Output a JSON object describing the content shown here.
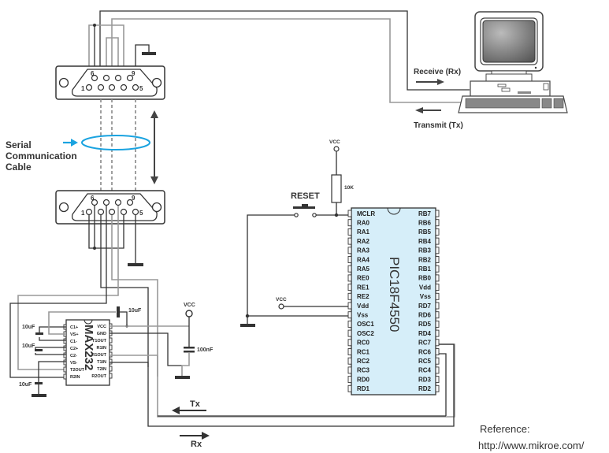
{
  "title": "PIC18F4550 to PC serial communication via MAX232",
  "labels": {
    "cable": [
      "Serial",
      "Communication",
      "Cable"
    ],
    "receive": "Receive (Rx)",
    "transmit": "Transmit (Tx)",
    "reset": "RESET",
    "vcc": "VCC",
    "resistor": "10K",
    "cap_100nf": "100nF",
    "cap_10uf": "10uF",
    "tx": "Tx",
    "rx": "Rx",
    "reference": "Reference:",
    "reference_url": "http://www.mikroe.com/"
  },
  "db9": {
    "pin_first_row_start": "1",
    "pin_first_row_end": "5",
    "pin_second_row_start": "6",
    "pin_second_row_end": "9"
  },
  "max232": {
    "name": "MAX232",
    "left_pins": [
      "C1+",
      "VS+",
      "C1-",
      "C2+",
      "C2-",
      "VS-",
      "T2OUT",
      "R2IN"
    ],
    "right_pins": [
      "VCC",
      "GND",
      "T1OUT",
      "R1IN",
      "R1OUT",
      "T1IN",
      "T2IN",
      "R2OUT"
    ]
  },
  "pic": {
    "name": "PIC18F4550",
    "left_pins": [
      "MCLR",
      "RA0",
      "RA1",
      "RA2",
      "RA3",
      "RA4",
      "RA5",
      "RE0",
      "RE1",
      "RE2",
      "Vdd",
      "Vss",
      "OSC1",
      "OSC2",
      "RC0",
      "RC1",
      "RC2",
      "RC3",
      "RD0",
      "RD1"
    ],
    "right_pins": [
      "RB7",
      "RB6",
      "RB5",
      "RB4",
      "RB3",
      "RB2",
      "RB1",
      "RB0",
      "Vdd",
      "Vss",
      "RD7",
      "RD6",
      "RD5",
      "RD4",
      "RC7",
      "RC6",
      "RC5",
      "RC4",
      "RD3",
      "RD2"
    ]
  },
  "colors": {
    "chip_fill": "#d6eef9",
    "cable_ring": "#1aa3e0",
    "wire": "#333333"
  }
}
